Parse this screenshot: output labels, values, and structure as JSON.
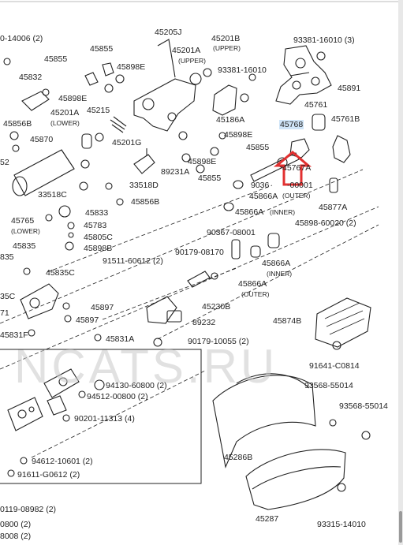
{
  "colors": {
    "ink": "#222222",
    "highlight": "#cfe4f7",
    "arrow": "#e23030",
    "watermark": "#c9c9c9"
  },
  "watermark": "NCATS.RU",
  "callouts": {
    "l1": "0-14006 (2)",
    "l2": "45855",
    "l3": "45855",
    "l4": "45898E",
    "l5": "45832",
    "l6": "45898E",
    "l7": "45201A",
    "l8": "(LOWER)",
    "l9": "45215",
    "l10": "45856B",
    "l11": "45870",
    "l12": "45201G",
    "l13": "45205J",
    "l14": "45201A",
    "l15": "(UPPER)",
    "l16": "45201B",
    "l17": "(UPPER)",
    "l18": "93381-16010 (3)",
    "l19": "93381-16010",
    "l20": "45891",
    "l21": "45761",
    "l22": "45186A",
    "l23": "45761B",
    "l24": "45768",
    "l25": "45898E",
    "l26": "45855",
    "l27": "45898E",
    "l28": "89231A",
    "l29": "45855",
    "l30": "45767A",
    "l31": "9036",
    "l32": "-00001",
    "l33": "45866A",
    "l34": "(OUTER)",
    "l35": "45866A",
    "l36": "(INNER)",
    "l37": "45877A",
    "l38": "45898-60020 (2)",
    "l39": "33518C",
    "l40": "33518D",
    "l41": "45856B",
    "l42": "45833",
    "l43": "45765",
    "l44": "(LOWER)",
    "l45": "45783",
    "l46": "45805C",
    "l47": "45898B",
    "l48": "45835",
    "l49": "835",
    "l50": "91511-60612 (2)",
    "l51": "90367-08001",
    "l52": "90179-08170",
    "l53": "45866A",
    "l54": "(INNER)",
    "l55": "45866A",
    "l56": "(OUTER)",
    "l57": "45835C",
    "l58": "35C",
    "l59": "45897",
    "l60": "45897",
    "l61": "71",
    "l62": "45230B",
    "l63": "89232",
    "l64": "45874B",
    "l65": "45831F",
    "l66": "45831A",
    "l67": "90179-10055 (2)",
    "l68": "91641-C0814",
    "l69": "94130-60800 (2)",
    "l70": "94512-00800 (2)",
    "l71": "90201-11313 (4)",
    "l72": "93568-55014",
    "l73": "93568-55014",
    "l74": "45286B",
    "l75": "94612-10601 (2)",
    "l76": "91611-G0612 (2)",
    "l77": "45287",
    "l78": "0119-08982 (2)",
    "l79": "0800 (2)",
    "l80": "8008 (2)",
    "l81": "93315-14010",
    "l82": "52"
  }
}
